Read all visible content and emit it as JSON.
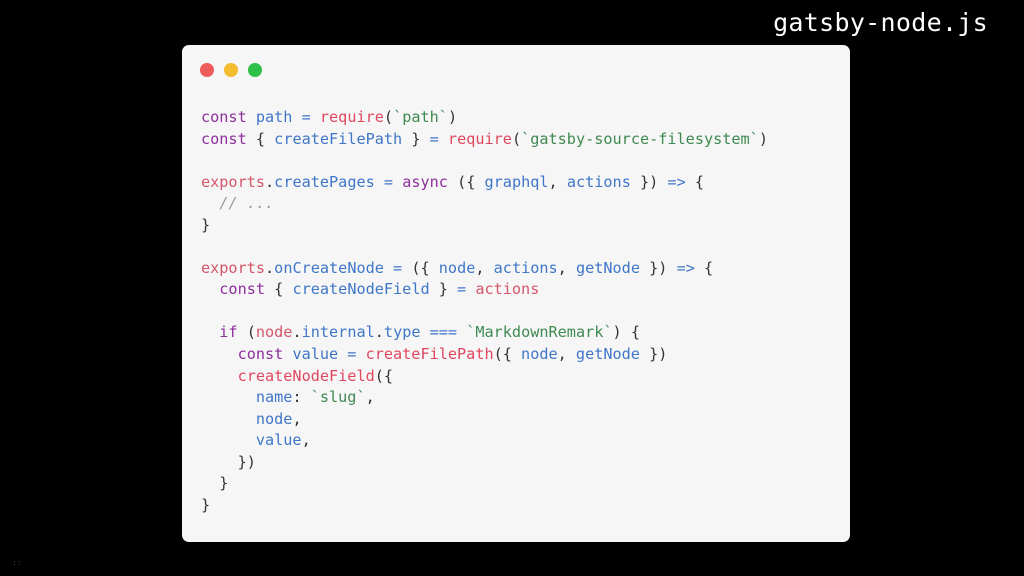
{
  "header": {
    "filename": "gatsby-node.js"
  },
  "window": {
    "controls": [
      {
        "name": "close",
        "color": "#ee5b5b"
      },
      {
        "name": "minimize",
        "color": "#f3bd2f"
      },
      {
        "name": "maximize",
        "color": "#2fc04a"
      }
    ]
  },
  "code": {
    "lines": [
      [
        [
          "kw",
          "const "
        ],
        [
          "id",
          "path"
        ],
        [
          "op",
          " = "
        ],
        [
          "fn",
          "require"
        ],
        [
          "pun",
          "("
        ],
        [
          "str",
          "`path`"
        ],
        [
          "pun",
          ")"
        ]
      ],
      [
        [
          "kw",
          "const "
        ],
        [
          "pun",
          "{ "
        ],
        [
          "id",
          "createFilePath"
        ],
        [
          "pun",
          " } "
        ],
        [
          "op",
          "= "
        ],
        [
          "fn",
          "require"
        ],
        [
          "pun",
          "("
        ],
        [
          "str",
          "`gatsby-source-filesystem`"
        ],
        [
          "pun",
          ")"
        ]
      ],
      [],
      [
        [
          "prop",
          "exports"
        ],
        [
          "pun",
          "."
        ],
        [
          "id",
          "createPages"
        ],
        [
          "op",
          " = "
        ],
        [
          "kw",
          "async "
        ],
        [
          "pun",
          "({ "
        ],
        [
          "id",
          "graphql"
        ],
        [
          "pun",
          ", "
        ],
        [
          "id",
          "actions"
        ],
        [
          "pun",
          " }) "
        ],
        [
          "op",
          "=> "
        ],
        [
          "pun",
          "{"
        ]
      ],
      [
        [
          "cmt",
          "  // ..."
        ]
      ],
      [
        [
          "pun",
          "}"
        ]
      ],
      [],
      [
        [
          "prop",
          "exports"
        ],
        [
          "pun",
          "."
        ],
        [
          "id",
          "onCreateNode"
        ],
        [
          "op",
          " = "
        ],
        [
          "pun",
          "({ "
        ],
        [
          "id",
          "node"
        ],
        [
          "pun",
          ", "
        ],
        [
          "id",
          "actions"
        ],
        [
          "pun",
          ", "
        ],
        [
          "id",
          "getNode"
        ],
        [
          "pun",
          " }) "
        ],
        [
          "op",
          "=> "
        ],
        [
          "pun",
          "{"
        ]
      ],
      [
        [
          "kw",
          "  const "
        ],
        [
          "pun",
          "{ "
        ],
        [
          "id",
          "createNodeField"
        ],
        [
          "pun",
          " } "
        ],
        [
          "op",
          "= "
        ],
        [
          "prop",
          "actions"
        ]
      ],
      [],
      [
        [
          "kw",
          "  if "
        ],
        [
          "pun",
          "("
        ],
        [
          "prop",
          "node"
        ],
        [
          "pun",
          "."
        ],
        [
          "id",
          "internal"
        ],
        [
          "pun",
          "."
        ],
        [
          "id",
          "type"
        ],
        [
          "op",
          " === "
        ],
        [
          "str",
          "`MarkdownRemark`"
        ],
        [
          "pun",
          ") {"
        ]
      ],
      [
        [
          "kw",
          "    const "
        ],
        [
          "id",
          "value"
        ],
        [
          "op",
          " = "
        ],
        [
          "fn",
          "createFilePath"
        ],
        [
          "pun",
          "({ "
        ],
        [
          "id",
          "node"
        ],
        [
          "pun",
          ", "
        ],
        [
          "id",
          "getNode"
        ],
        [
          "pun",
          " })"
        ]
      ],
      [
        [
          "fn",
          "    createNodeField"
        ],
        [
          "pun",
          "({"
        ]
      ],
      [
        [
          "id",
          "      name"
        ],
        [
          "pun",
          ": "
        ],
        [
          "str",
          "`slug`"
        ],
        [
          "pun",
          ","
        ]
      ],
      [
        [
          "id",
          "      node"
        ],
        [
          "pun",
          ","
        ]
      ],
      [
        [
          "id",
          "      value"
        ],
        [
          "pun",
          ","
        ]
      ],
      [
        [
          "pun",
          "    })"
        ]
      ],
      [
        [
          "pun",
          "  }"
        ]
      ],
      [
        [
          "pun",
          "}"
        ]
      ]
    ]
  },
  "corner_mark": "::"
}
